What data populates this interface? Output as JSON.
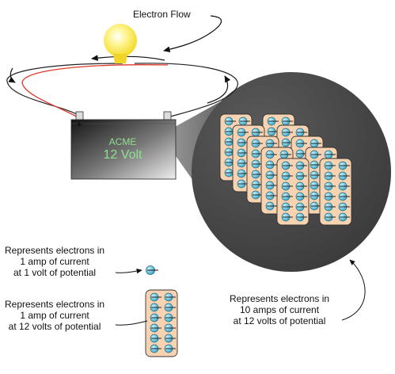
{
  "title": "Electron Flow",
  "battery": {
    "brand": "ACME",
    "voltage_text": "12 Volt",
    "plus_sign": "+"
  },
  "legend": [
    {
      "lines": [
        "Represents electrons in",
        "1 amp of current",
        "at 1 volt of potential"
      ]
    },
    {
      "lines": [
        "Represents electrons in",
        "1 amp of current",
        "at 12 volts of potential"
      ]
    }
  ],
  "zoom_caption": {
    "lines": [
      "Represents electrons in",
      "10 amps of current",
      "at 12 volts of potential"
    ]
  },
  "counts": {
    "amps_in_zoom": 10,
    "volts": 12
  },
  "colors": {
    "wire_positive": "#e03a2e",
    "wire_negative": "#222222",
    "bulb": "#f6e23a",
    "battery_label": "#8ee08e",
    "electron": "#45b3cf",
    "pack_fill": "#f8d3b2",
    "zoom_disc": "#4a4a4a"
  }
}
